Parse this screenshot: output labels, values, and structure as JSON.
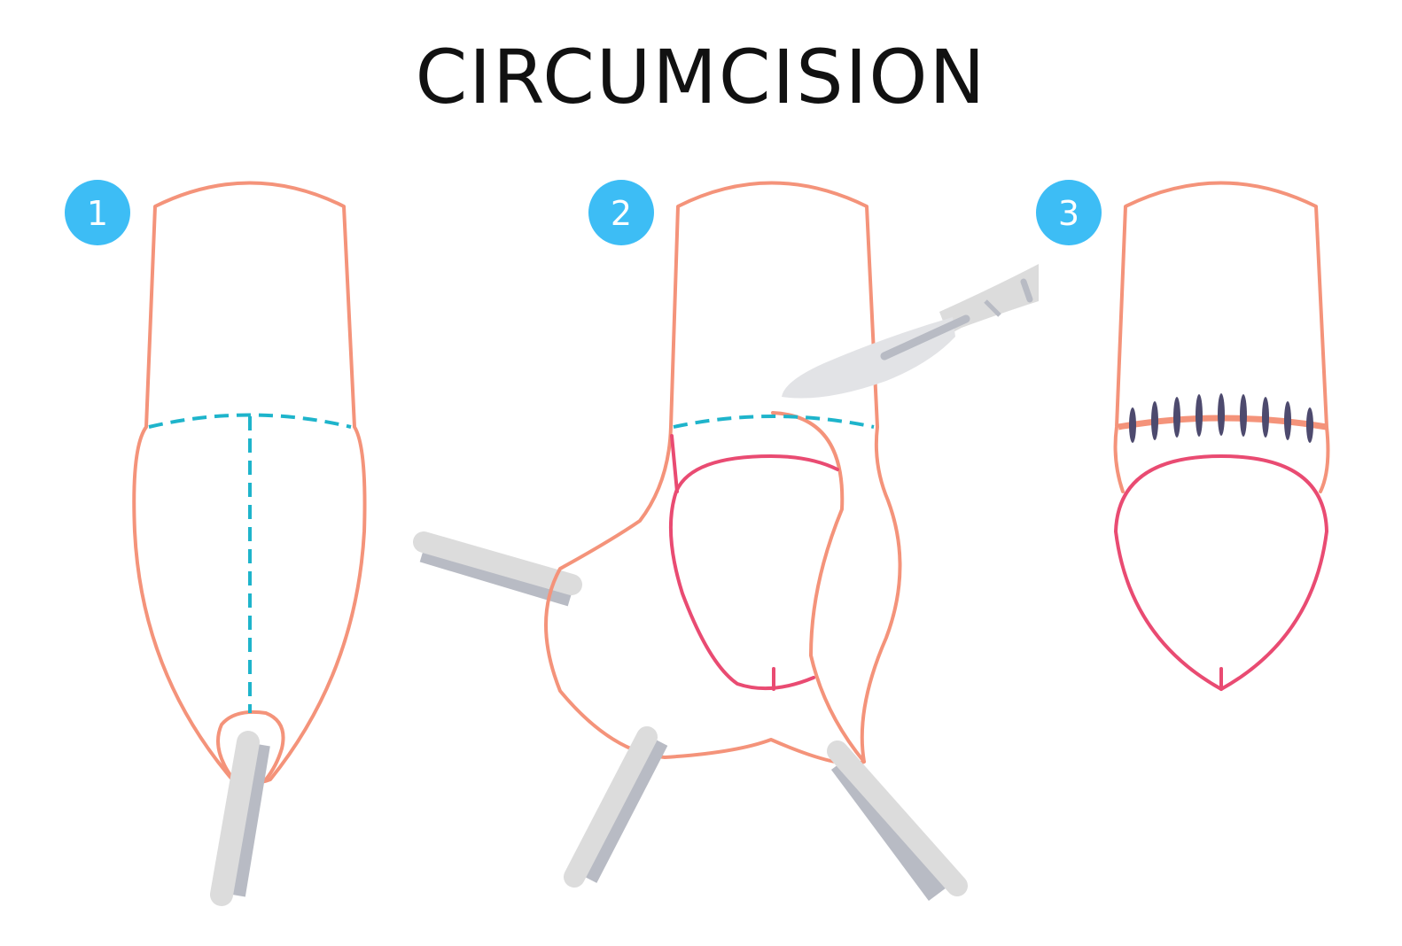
{
  "title": "CIRCUMCISION",
  "steps": [
    {
      "number": "1"
    },
    {
      "number": "2"
    },
    {
      "number": "3"
    }
  ],
  "colors": {
    "outline": "#F4937A",
    "incision_line": "#1EB4CB",
    "glans": "#E94B72",
    "step_badge": "#3DBDF5",
    "stitches": "#4D4A6E",
    "instrument": "#DCDCDC",
    "instrument_shadow": "#B8BBC4"
  }
}
